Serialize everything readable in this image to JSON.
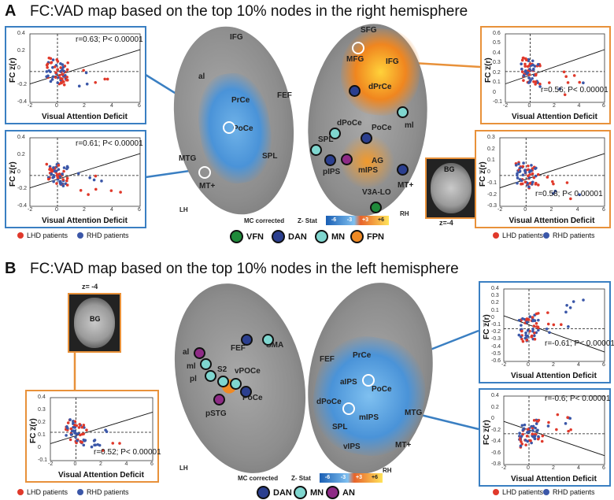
{
  "panel_a": {
    "letter": "A",
    "title": "FC:VAD map based on the top 10% nodes in the right hemisphere",
    "left_brain_labels": [
      "IFG",
      "al",
      "PrCe",
      "FEF",
      "PoCe",
      "MTG",
      "SPL",
      "MT+"
    ],
    "left_hemi": "LH",
    "right_brain_labels": [
      "SFG",
      "MFG",
      "IFG",
      "dPrCe",
      "dPoCe",
      "PoCe",
      "ml",
      "SPL",
      "pIPS",
      "mIPS",
      "AG",
      "MT+",
      "V3A-LO"
    ],
    "right_hemi": "RH",
    "inset_label": "BG",
    "inset_z": "z=-4",
    "mc_corrected": "MC corrected",
    "zstat": "Z- Stat",
    "colorbar": [
      "-6",
      "-3",
      "+3",
      "+6"
    ],
    "networks": [
      "VFN",
      "DAN",
      "MN",
      "FPN"
    ],
    "network_colors": [
      "#1f8a3a",
      "#2b3f8f",
      "#7fd6cf",
      "#f08a24"
    ]
  },
  "panel_b": {
    "letter": "B",
    "title": "FC:VAD map based on the top 10% nodes in the left hemisphere",
    "left_brain_labels": [
      "SMA",
      "FEF",
      "al",
      "ml",
      "pl",
      "S2",
      "vPOCe",
      "PoCe",
      "pSTG"
    ],
    "left_hemi": "LH",
    "right_brain_labels": [
      "FEF",
      "PrCe",
      "aIPS",
      "PoCe",
      "dPoCe",
      "mIPS",
      "SPL",
      "MTG",
      "vIPS",
      "MT+"
    ],
    "right_hemi": "RH",
    "inset_label": "BG",
    "inset_z": "z= -4",
    "mc_corrected": "MC corrected",
    "zstat": "Z- Stat",
    "colorbar": [
      "-6",
      "-3",
      "+3",
      "+6"
    ],
    "networks": [
      "DAN",
      "MN",
      "AN"
    ],
    "network_colors": [
      "#2b3f8f",
      "#7fd6cf",
      "#8e2b86"
    ]
  },
  "scatter_common": {
    "xlabel": "Visual Attention Deficit",
    "ylabel": "FC z̅(r)",
    "legend": [
      "LHD patients",
      "RHD patients"
    ],
    "legend_colors": [
      "#e0392b",
      "#3b57a8"
    ]
  },
  "plots": [
    {
      "stat": "r=0.63; P< 0.00001",
      "r": "0.63",
      "xticks": [
        "-2",
        "0",
        "2",
        "4",
        "6"
      ],
      "yticks": [
        "0.4",
        "0.2",
        "0",
        "-0.2",
        "-0.4"
      ]
    },
    {
      "stat": "r=0.61; P< 0.00001",
      "r": "0.61",
      "xticks": [
        "-2",
        "0",
        "2",
        "4",
        "6"
      ],
      "yticks": [
        "0.4",
        "0.2",
        "0",
        "-0.2",
        "-0.4"
      ]
    },
    {
      "stat": "r=0.56; P< 0.00001",
      "r": "0.56",
      "xticks": [
        "-2",
        "0",
        "2",
        "4",
        "6"
      ],
      "yticks": [
        "0.6",
        "0.5",
        "0.4",
        "0.3",
        "0.2",
        "0.1",
        "0",
        "-0.1"
      ]
    },
    {
      "stat": "r=0.58; P< 0.00001",
      "r": "0.58",
      "xticks": [
        "-2",
        "0",
        "2",
        "4",
        "6"
      ],
      "yticks": [
        "0.3",
        "0.2",
        "0.1",
        "0",
        "-0.1",
        "-0.2",
        "-0.3"
      ]
    },
    {
      "stat": "r=-0.61; P< 0.00001",
      "r": "-0.61",
      "xticks": [
        "-2",
        "0",
        "2",
        "4",
        "6"
      ],
      "yticks": [
        "0.4",
        "0.3",
        "0.2",
        "0.1",
        "0",
        "-0.1",
        "-0.2",
        "-0.3",
        "-0.4",
        "-0.5",
        "-0.6"
      ]
    },
    {
      "stat": "r=-0.6; P< 0.00001",
      "r": "-0.6",
      "xticks": [
        "-2",
        "0",
        "2",
        "4",
        "6"
      ],
      "yticks": [
        "0.4",
        "0.2",
        "0",
        "-0.2",
        "-0.4",
        "-0.6",
        "-0.8"
      ]
    },
    {
      "stat": "r=0.52; P< 0.00001",
      "r": "0.52",
      "xticks": [
        "-2",
        "0",
        "2",
        "4",
        "6"
      ],
      "yticks": [
        "0.4",
        "0.3",
        "0.2",
        "0.1",
        "0",
        "-0.1"
      ]
    }
  ],
  "colors": {
    "blue_box": "#3a7fc2",
    "orange_box": "#e8913a"
  }
}
